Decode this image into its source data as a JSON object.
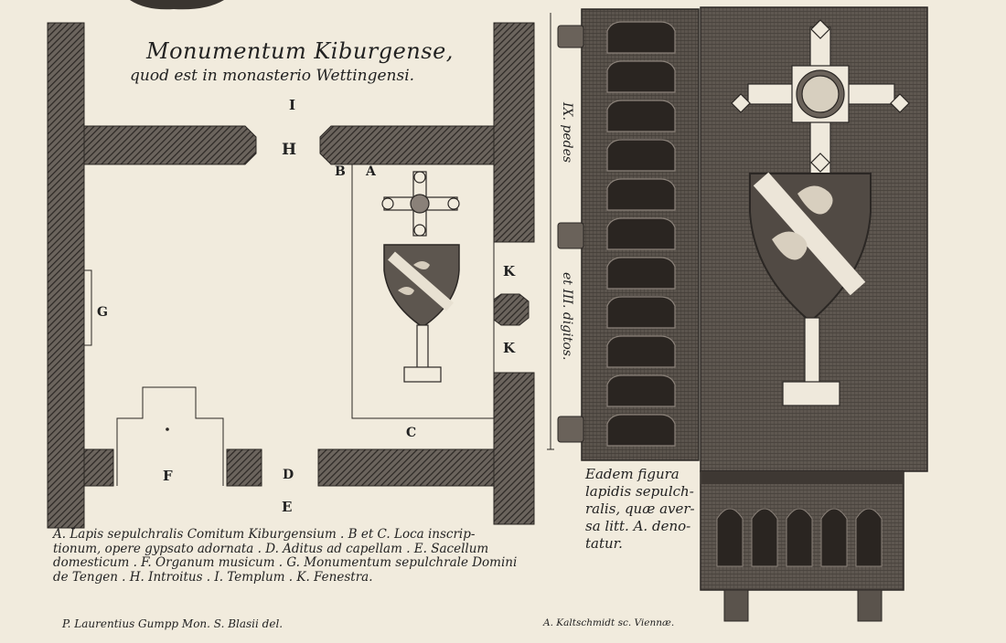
{
  "title": {
    "line1": "Monumentum Kiburgense,",
    "line2": "quod est in monasterio Wettingensi."
  },
  "plan_labels": {
    "I": "I",
    "H": "H",
    "B": "B",
    "A": "A",
    "G": "G",
    "K_top": "K",
    "K_bottom": "K",
    "C": "C",
    "F": "F",
    "D": "D",
    "E": "E"
  },
  "scale": {
    "feet": "IX. pedes",
    "digits": "et III. digitos."
  },
  "legend_lines": [
    "A. Lapis sepulchralis Comitum Kiburgensium . B et C. Loca inscrip-",
    "tionum, opere gypsato adornata . D. Aditus ad capellam . E. Sacellum",
    "domesticum . F. Organum musicum . G. Monumentum sepulchrale Domini",
    "de Tengen . H. Introitus . I. Templum . K. Fenestra."
  ],
  "caption_lines": [
    "Eadem figura",
    "lapidis sepulch-",
    "ralis, quæ aver-",
    "sa litt. A. deno-",
    "tatur."
  ],
  "credits": {
    "left": "P. Laurentius Gumpp Mon. S. Blasii del.",
    "right": "A. Kaltschmidt sc. Viennæ."
  },
  "colors": {
    "paper": "#f1ebdd",
    "ink": "#2a2623",
    "wall_dark": "#4b4641",
    "tomb": "#5a534c"
  }
}
